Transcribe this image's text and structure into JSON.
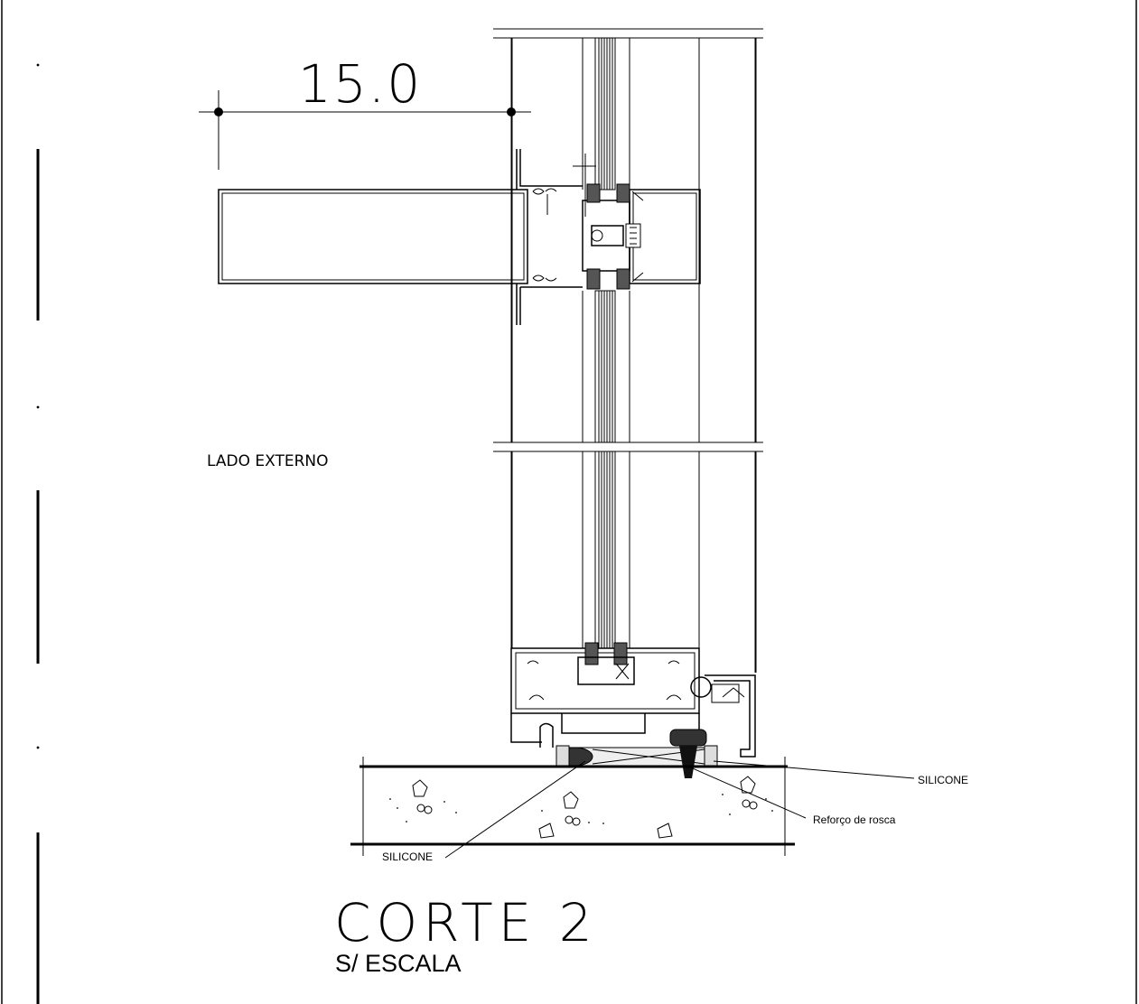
{
  "drawing": {
    "dimension_label": "15.0",
    "side_label": "LADO EXTERNO",
    "callouts": {
      "silicone_right": "SILICONE",
      "reforco": "Reforço de rosca",
      "silicone_left": "SILICONE"
    },
    "title": "CORTE 2",
    "subtitle": "S/ ESCALA"
  }
}
